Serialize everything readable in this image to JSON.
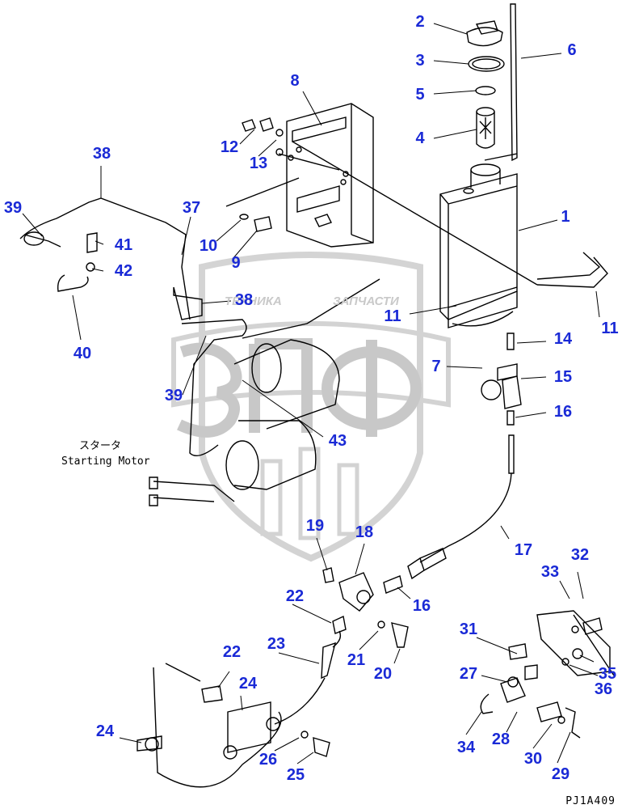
{
  "watermark": {
    "text_left": "ТЕХНИКА",
    "text_right": "ЗАПЧАСТИ",
    "logo_letters": "ЗПФ"
  },
  "captions": {
    "starter_jp": "スタータ",
    "starter_en": "Starting Motor"
  },
  "drawing_code": "PJ1A409",
  "colors": {
    "callout": "#1a2ad6",
    "line": "#000000",
    "watermark": "#c9c9c9"
  },
  "callouts": [
    "2",
    "3",
    "6",
    "5",
    "4",
    "8",
    "12",
    "13",
    "38",
    "39",
    "37",
    "41",
    "42",
    "40",
    "10",
    "9",
    "1",
    "38",
    "11",
    "11",
    "14",
    "7",
    "15",
    "16",
    "39",
    "43",
    "19",
    "18",
    "17",
    "32",
    "33",
    "22",
    "16",
    "31",
    "23",
    "21",
    "20",
    "35",
    "27",
    "36",
    "22",
    "24",
    "24",
    "34",
    "28",
    "30",
    "29",
    "26",
    "25"
  ]
}
